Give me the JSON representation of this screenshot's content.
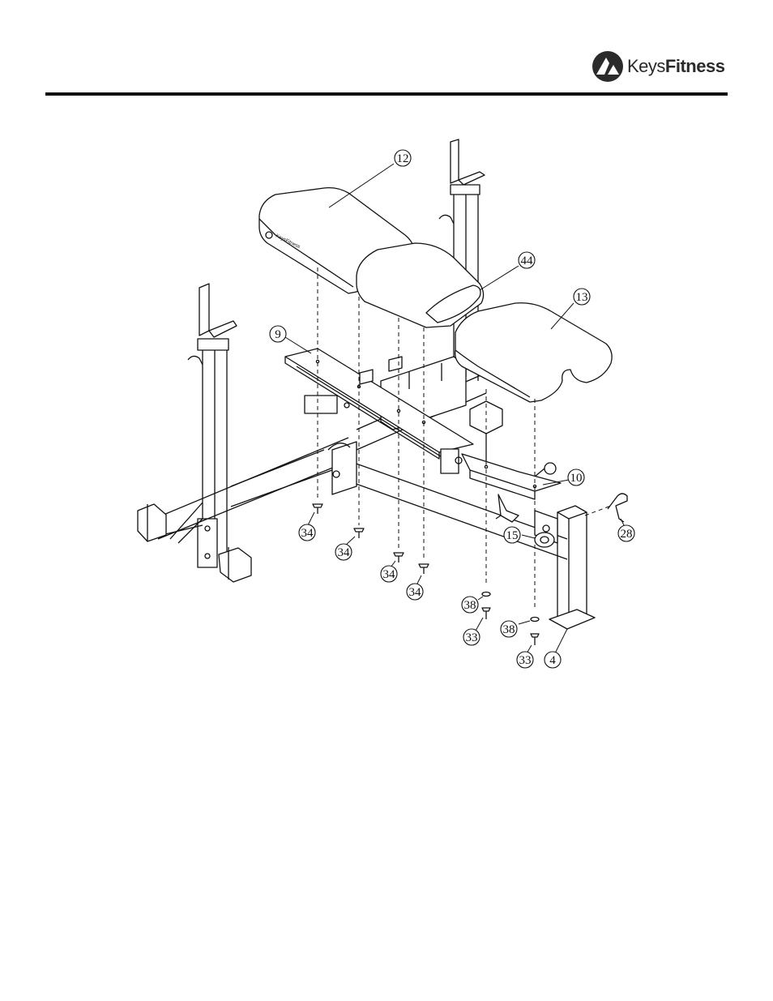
{
  "brand": {
    "name_a": "Keys",
    "name_b": "Fitness"
  },
  "logo_mark_icon": "keys-fitness-mountain-icon",
  "pad_logo_text": "KeysFitness",
  "callouts": [
    {
      "id": "c12",
      "label": "12"
    },
    {
      "id": "c44",
      "label": "44"
    },
    {
      "id": "c13",
      "label": "13"
    },
    {
      "id": "c9",
      "label": "9"
    },
    {
      "id": "c10",
      "label": "10"
    },
    {
      "id": "c28",
      "label": "28"
    },
    {
      "id": "c15",
      "label": "15"
    },
    {
      "id": "c34a",
      "label": "34"
    },
    {
      "id": "c34b",
      "label": "34"
    },
    {
      "id": "c34c",
      "label": "34"
    },
    {
      "id": "c34d",
      "label": "34"
    },
    {
      "id": "c38a",
      "label": "38"
    },
    {
      "id": "c33a",
      "label": "33"
    },
    {
      "id": "c38b",
      "label": "38"
    },
    {
      "id": "c33b",
      "label": "33"
    },
    {
      "id": "c4",
      "label": "4"
    }
  ]
}
